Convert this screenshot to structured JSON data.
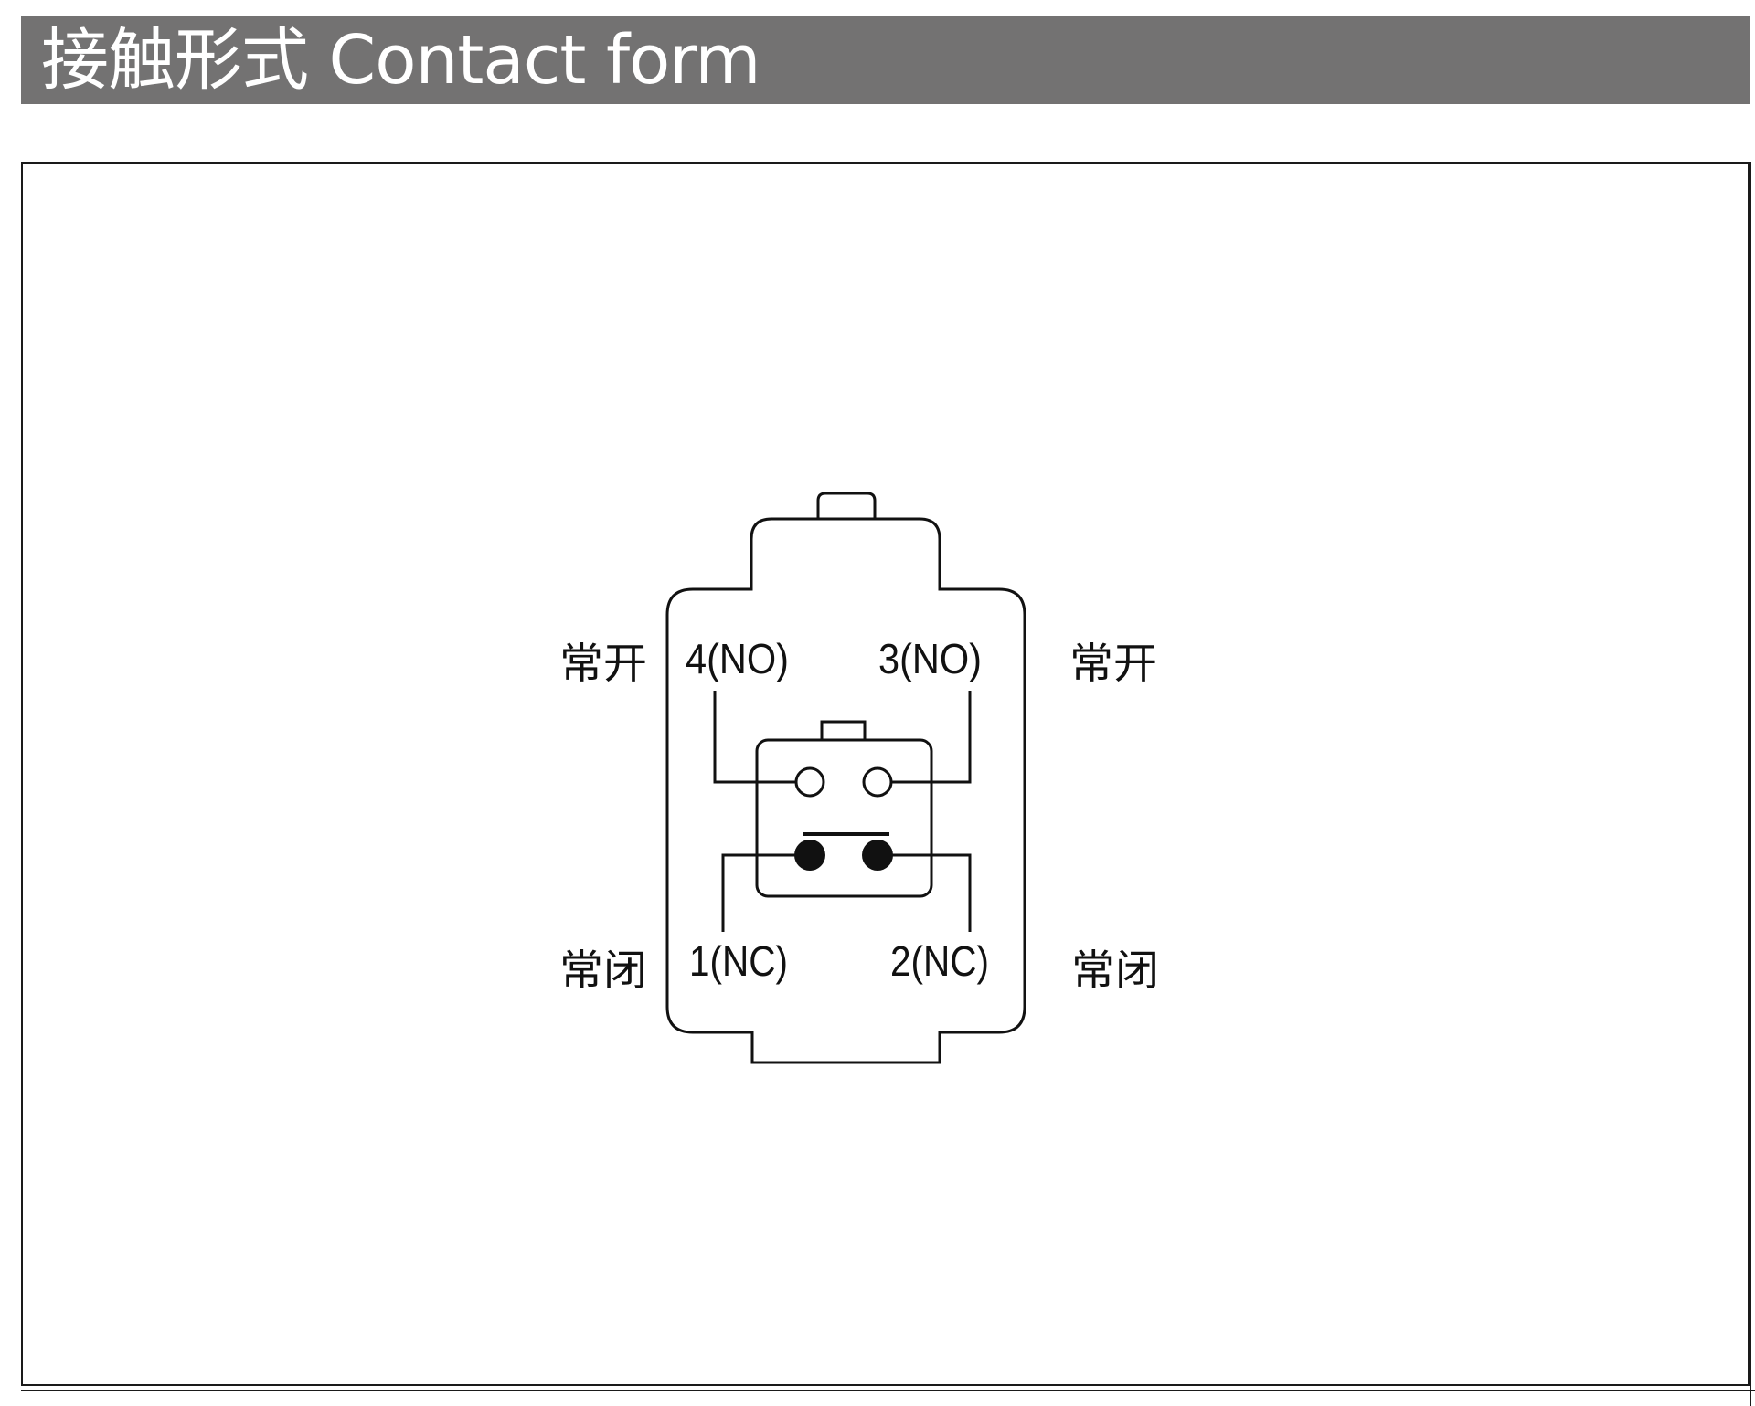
{
  "title": "接触形式 Contact form",
  "diagram": {
    "terminals": {
      "t4": "4(NO)",
      "t3": "3(NO)",
      "t1": "1(NC)",
      "t2": "2(NC)"
    },
    "side_labels": {
      "left_top": "常开",
      "right_top": "常开",
      "left_bottom": "常闭",
      "right_bottom": "常闭"
    }
  }
}
